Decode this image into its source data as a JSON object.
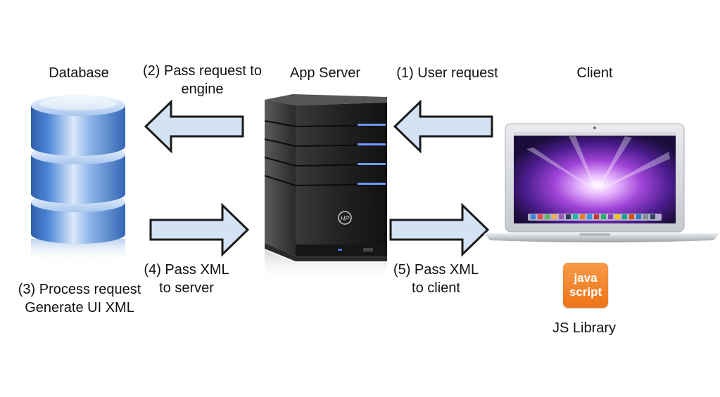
{
  "nodes": {
    "database": {
      "title": "Database",
      "note_line1": "(3) Process request",
      "note_line2": "Generate UI XML"
    },
    "app_server": {
      "title": "App Server",
      "brand": "HP"
    },
    "client": {
      "title": "Client",
      "library": "JS Library"
    }
  },
  "js_logo": {
    "line1": "java",
    "line2": "script",
    "color": "#f08328"
  },
  "steps": {
    "step1": {
      "line1": "(1) User request"
    },
    "step2": {
      "line1": "(2) Pass request to",
      "line2": "engine"
    },
    "step4": {
      "line1": "(4) Pass XML",
      "line2": "to server"
    },
    "step5": {
      "line1": "(5) Pass XML",
      "line2": "to client"
    }
  },
  "colors": {
    "arrow_fill": "#d3e3f4",
    "arrow_stroke": "#1a1a1a",
    "db_blue": "#3f7dd0",
    "server_black": "#1c1c1c"
  }
}
